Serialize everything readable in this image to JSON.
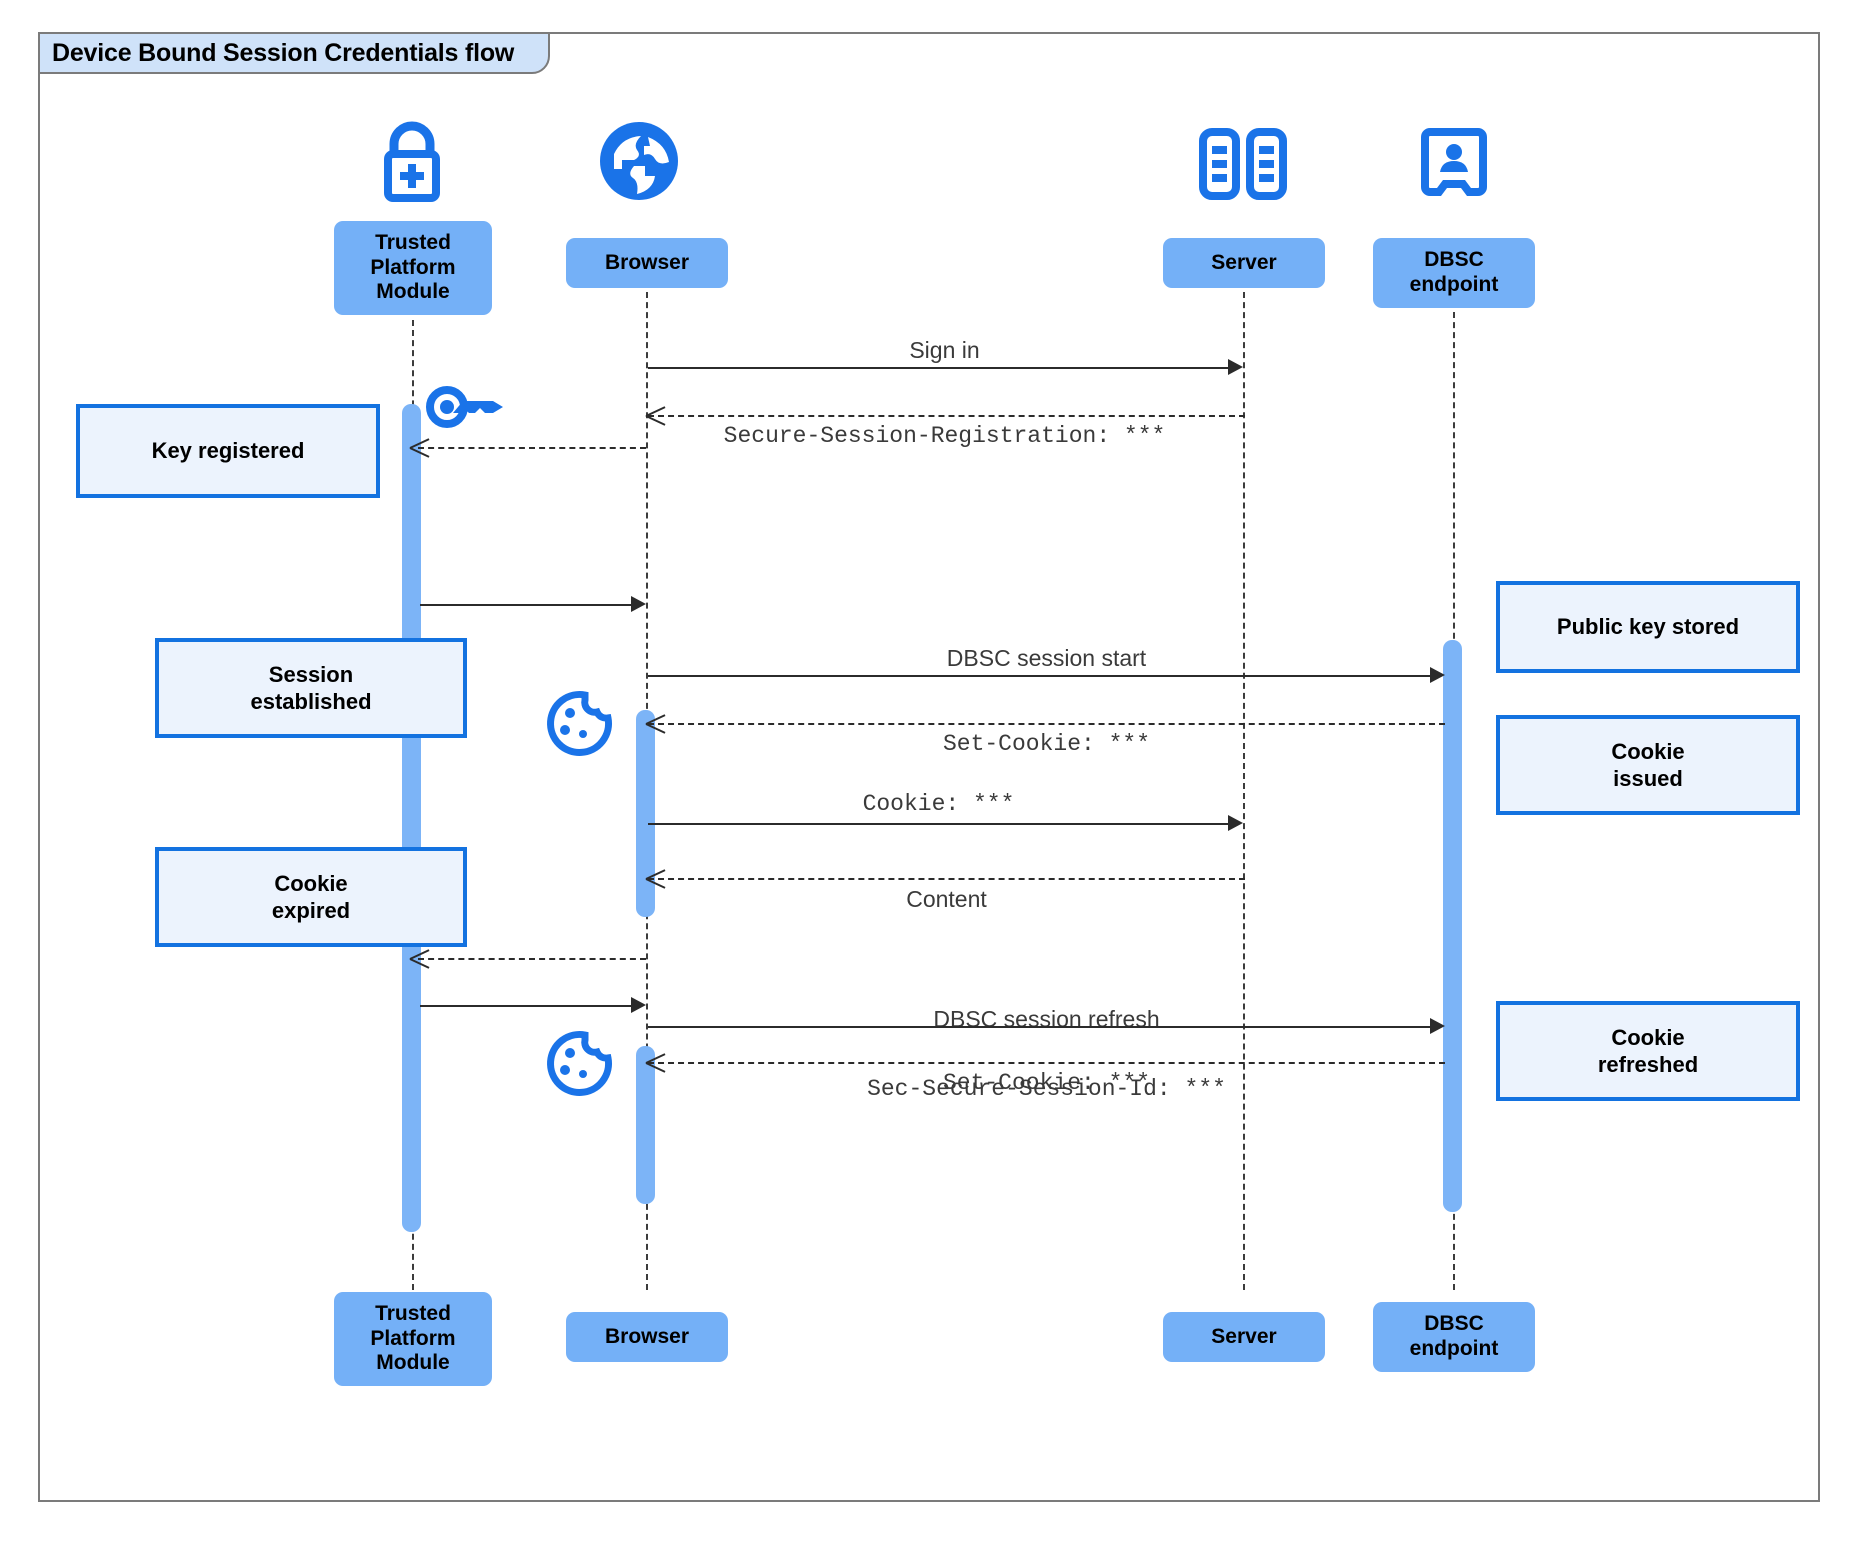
{
  "diagram": {
    "title": "Device Bound Session Credentials flow",
    "type": "uml-sequence-diagram",
    "colors": {
      "participant_fill": "#74b0f7",
      "activation_fill": "#7cb4f7",
      "note_fill": "#ecf3fd",
      "note_border": "#1372e0",
      "icon_blue": "#1a73e8",
      "frame_border": "#7b7b7b",
      "tab_fill": "#cfe2f9",
      "line": "#2b2b2b"
    }
  },
  "participants": [
    {
      "id": "tpm",
      "label": "Trusted\nPlatform\nModule",
      "icon": "lock-plus-icon"
    },
    {
      "id": "browser",
      "label": "Browser",
      "icon": "globe-icon"
    },
    {
      "id": "server",
      "label": "Server",
      "icon": "server-rack-icon"
    },
    {
      "id": "dbsc",
      "label": "DBSC\nendpoint",
      "icon": "id-badge-icon"
    }
  ],
  "messages": [
    {
      "id": "m1",
      "label": "Sign in",
      "style": "sans",
      "arrow": "solid",
      "from": "browser",
      "to": "server"
    },
    {
      "id": "m2",
      "label": "Secure-Session-Registration: ***",
      "style": "mono",
      "arrow": "dotted",
      "from": "server",
      "to": "browser"
    },
    {
      "id": "m3",
      "label": "",
      "style": "sans",
      "arrow": "dotted",
      "from": "browser",
      "to": "tpm"
    },
    {
      "id": "m4",
      "label": "",
      "style": "sans",
      "arrow": "solid",
      "from": "tpm",
      "to": "browser"
    },
    {
      "id": "m5",
      "label": "DBSC session start",
      "style": "sans",
      "arrow": "solid",
      "from": "browser",
      "to": "dbsc"
    },
    {
      "id": "m6",
      "label": "Set-Cookie: ***",
      "style": "mono",
      "arrow": "dotted",
      "from": "dbsc",
      "to": "browser"
    },
    {
      "id": "m7",
      "label": "Cookie: ***",
      "style": "mono",
      "arrow": "solid",
      "from": "browser",
      "to": "server"
    },
    {
      "id": "m8",
      "label": "Content",
      "style": "sans",
      "arrow": "dotted",
      "from": "server",
      "to": "browser"
    },
    {
      "id": "m9",
      "label": "",
      "style": "sans",
      "arrow": "dotted",
      "from": "browser",
      "to": "tpm"
    },
    {
      "id": "m10",
      "label_line1": "DBSC session refresh",
      "label_line2": "Sec-Secure-Session-Id: ***",
      "style": "mixed",
      "arrow": "solid",
      "from": "browser",
      "to": "dbsc"
    },
    {
      "id": "m11",
      "label": "",
      "style": "sans",
      "arrow": "solid",
      "from": "tpm",
      "to": "browser"
    },
    {
      "id": "m12",
      "label": "Set-Cookie: ***",
      "style": "mono",
      "arrow": "dotted",
      "from": "dbsc",
      "to": "browser"
    }
  ],
  "notes": [
    {
      "id": "n1",
      "text": "Key registered",
      "side": "left",
      "anchor": "tpm"
    },
    {
      "id": "n2",
      "text": "Session\nestablished",
      "side": "left",
      "anchor": "tpm"
    },
    {
      "id": "n3",
      "text": "Cookie\nexpired",
      "side": "left",
      "anchor": "tpm"
    },
    {
      "id": "n4",
      "text": "Public key stored",
      "side": "right",
      "anchor": "dbsc"
    },
    {
      "id": "n5",
      "text": "Cookie\nissued",
      "side": "right",
      "anchor": "dbsc"
    },
    {
      "id": "n6",
      "text": "Cookie\nrefreshed",
      "side": "right",
      "anchor": "dbsc"
    }
  ],
  "inline_icons": [
    {
      "id": "key1",
      "name": "key-icon",
      "near": "tpm"
    },
    {
      "id": "cookie1",
      "name": "cookie-icon",
      "near": "browser"
    },
    {
      "id": "cookie2",
      "name": "cookie-icon",
      "near": "browser"
    }
  ]
}
